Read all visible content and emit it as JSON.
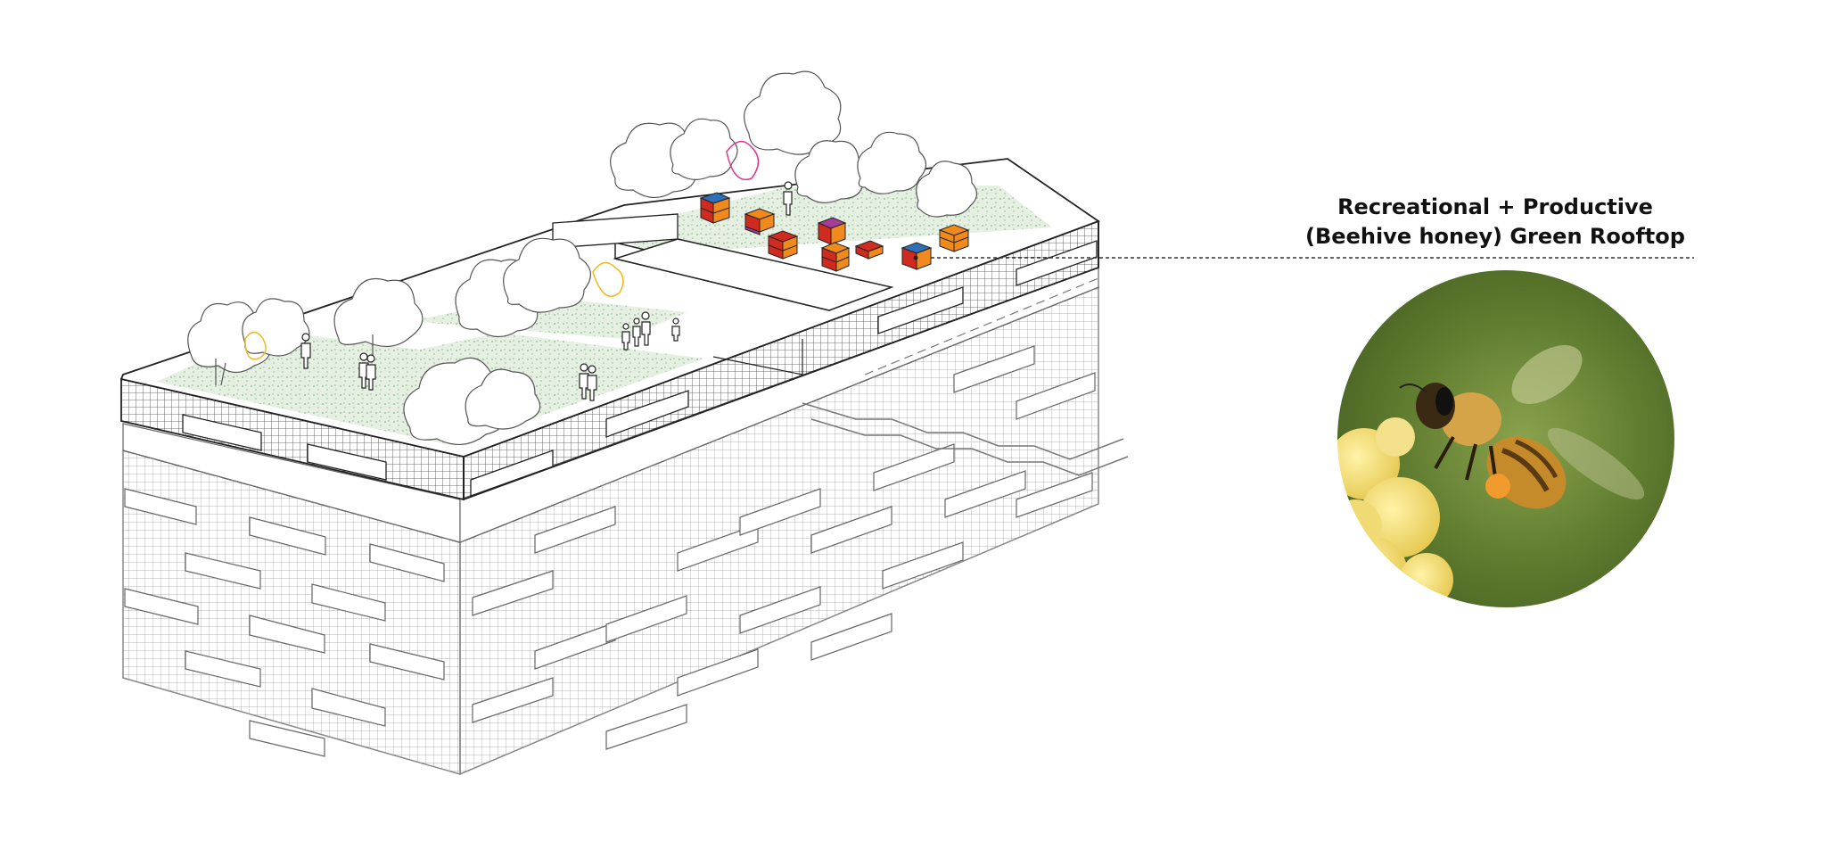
{
  "annotation": {
    "line1": "Recreational + Productive",
    "line2": "(Beehive honey) Green Rooftop"
  },
  "colors": {
    "roof_green": "#e4efe0",
    "hive_orange": "#f18a1c",
    "hive_red": "#d12b1f",
    "hive_purple": "#a23d9a",
    "hive_blue": "#2f6fb7",
    "flower_magenta": "#e0368f",
    "shrub_yellow": "#f3b81e",
    "bee_background": "#6f8a3a"
  },
  "icons": {
    "hives": "beehive-icon",
    "people": "person-icon",
    "trees": "tree-icon",
    "bee": "honeybee-photo"
  }
}
